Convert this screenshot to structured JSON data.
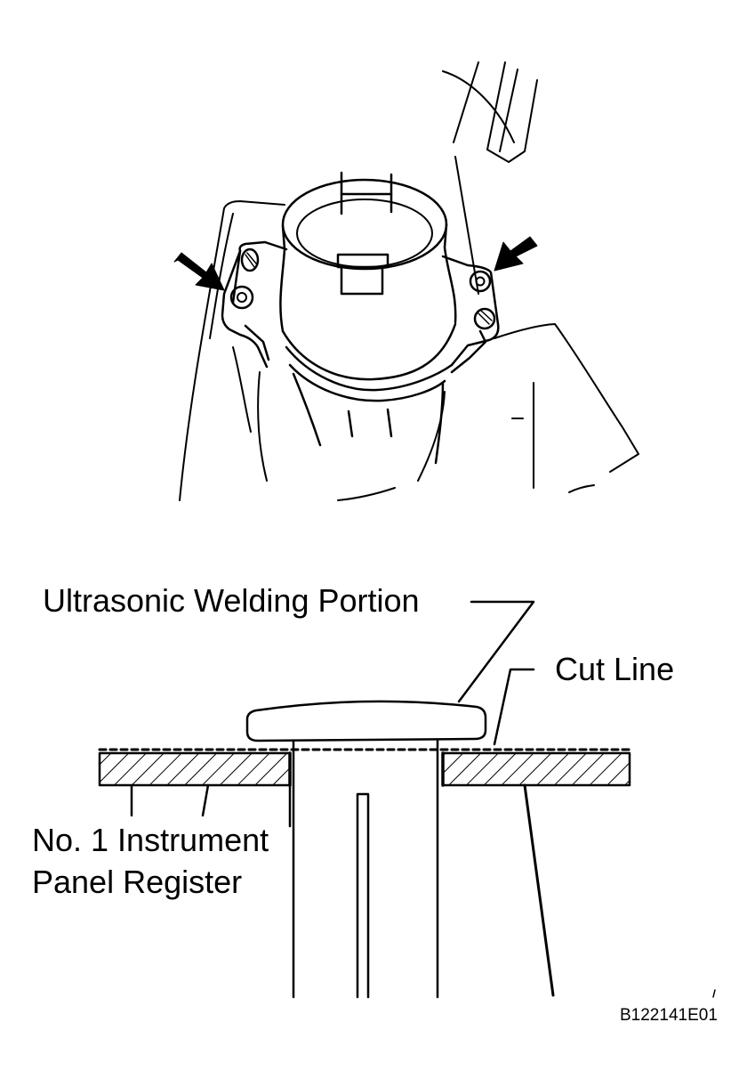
{
  "labels": {
    "welding_portion": "Ultrasonic Welding Portion",
    "cut_line": "Cut Line",
    "register_line1": "No. 1 Instrument",
    "register_line2": "Panel Register"
  },
  "figure_code": "B122141E01",
  "colors": {
    "ink": "#000000",
    "background": "#ffffff"
  }
}
